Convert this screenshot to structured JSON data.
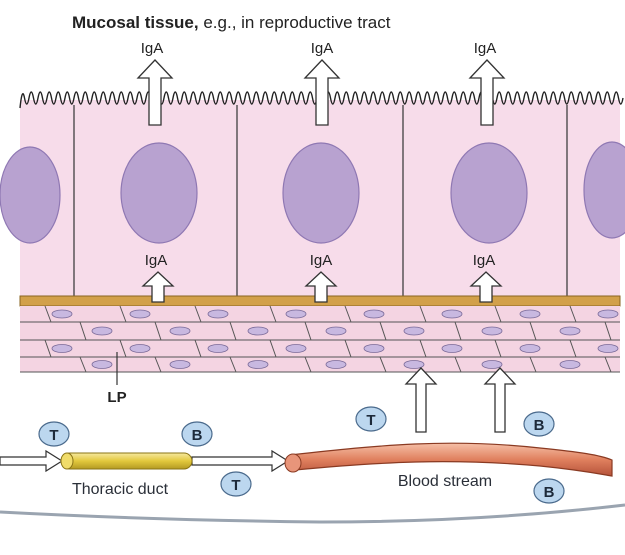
{
  "figure": {
    "title_bold": "Mucosal tissue,",
    "title_rest": " e.g., in reproductive tract",
    "iga_label": "IgA",
    "lp_label": "LP",
    "thoracic_duct_label": "Thoracic duct",
    "blood_stream_label": "Blood stream",
    "t_cell_label": "T",
    "b_cell_label": "B"
  },
  "colors": {
    "epithelium": "#f7dcea",
    "nucleus": "#b8a2d0",
    "nucleus_stroke": "#8f78b3",
    "basement_membrane": "#d2a04a",
    "lamina_propria": "#f4d4e2",
    "fibroblast": "#c8b8e0",
    "lumen_background": "#eef1f8",
    "cell_badge": "#bcd7ef",
    "thoracic_duct": "#e2c83c",
    "blood_vessel": "#d9734f",
    "arrow_fill": "#ffffff",
    "outline": "#333333"
  }
}
